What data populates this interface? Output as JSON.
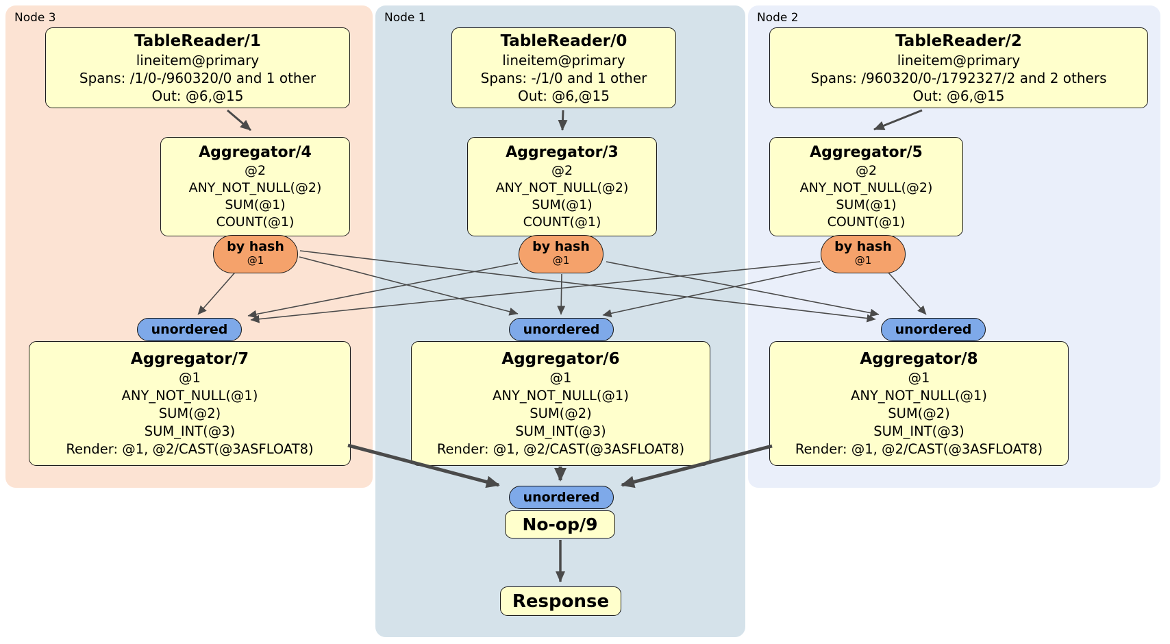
{
  "panels": [
    {
      "label": "Node 3"
    },
    {
      "label": "Node 1"
    },
    {
      "label": "Node 2"
    }
  ],
  "processors": {
    "tr1": {
      "title": "TableReader/1",
      "lines": [
        "lineitem@primary",
        "Spans: /1/0-/960320/0 and 1 other",
        "Out: @6,@15"
      ]
    },
    "tr0": {
      "title": "TableReader/0",
      "lines": [
        "lineitem@primary",
        "Spans: -/1/0 and 1 other",
        "Out: @6,@15"
      ]
    },
    "tr2": {
      "title": "TableReader/2",
      "lines": [
        "lineitem@primary",
        "Spans: /960320/0-/1792327/2 and 2 others",
        "Out: @6,@15"
      ]
    },
    "agg4": {
      "title": "Aggregator/4",
      "lines": [
        "@2",
        "ANY_NOT_NULL(@2)",
        "SUM(@1)",
        "COUNT(@1)"
      ]
    },
    "agg3": {
      "title": "Aggregator/3",
      "lines": [
        "@2",
        "ANY_NOT_NULL(@2)",
        "SUM(@1)",
        "COUNT(@1)"
      ]
    },
    "agg5": {
      "title": "Aggregator/5",
      "lines": [
        "@2",
        "ANY_NOT_NULL(@2)",
        "SUM(@1)",
        "COUNT(@1)"
      ]
    },
    "agg7": {
      "title": "Aggregator/7",
      "lines": [
        "@1",
        "ANY_NOT_NULL(@1)",
        "SUM(@2)",
        "SUM_INT(@3)",
        "Render: @1, @2/CAST(@3ASFLOAT8)"
      ]
    },
    "agg6": {
      "title": "Aggregator/6",
      "lines": [
        "@1",
        "ANY_NOT_NULL(@1)",
        "SUM(@2)",
        "SUM_INT(@3)",
        "Render: @1, @2/CAST(@3ASFLOAT8)"
      ]
    },
    "agg8": {
      "title": "Aggregator/8",
      "lines": [
        "@1",
        "ANY_NOT_NULL(@1)",
        "SUM(@2)",
        "SUM_INT(@3)",
        "Render: @1, @2/CAST(@3ASFLOAT8)"
      ]
    },
    "noop": {
      "title": "No-op/9"
    },
    "response": {
      "title": "Response"
    }
  },
  "router": {
    "label": "by hash",
    "sub": "@1"
  },
  "stream": {
    "label": "unordered"
  },
  "colors": {
    "node3_panel": "#fce3d3",
    "node1_panel": "#d5e2ea",
    "node2_panel": "#eaeffa",
    "processor_box": "#ffffcc",
    "router_oval": "#f5a26b",
    "stream_oval": "#7ea9e9",
    "edge": "#4a4a4a",
    "text": "#000000"
  }
}
